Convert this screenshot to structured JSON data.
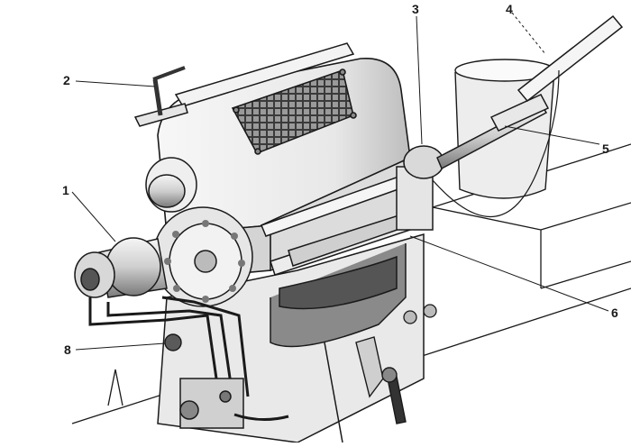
{
  "callouts": [
    {
      "id": "1",
      "text": "1"
    },
    {
      "id": "2",
      "text": "2"
    },
    {
      "id": "3",
      "text": "3"
    },
    {
      "id": "4",
      "text": "4"
    },
    {
      "id": "5",
      "text": "5"
    },
    {
      "id": "6",
      "text": "6"
    },
    {
      "id": "8",
      "text": "8"
    }
  ],
  "colors": {
    "ink": "#1a1a1a",
    "casing": "#f2f2f2",
    "shade": "#cfcfcf",
    "dark": "#6b6b6b"
  }
}
